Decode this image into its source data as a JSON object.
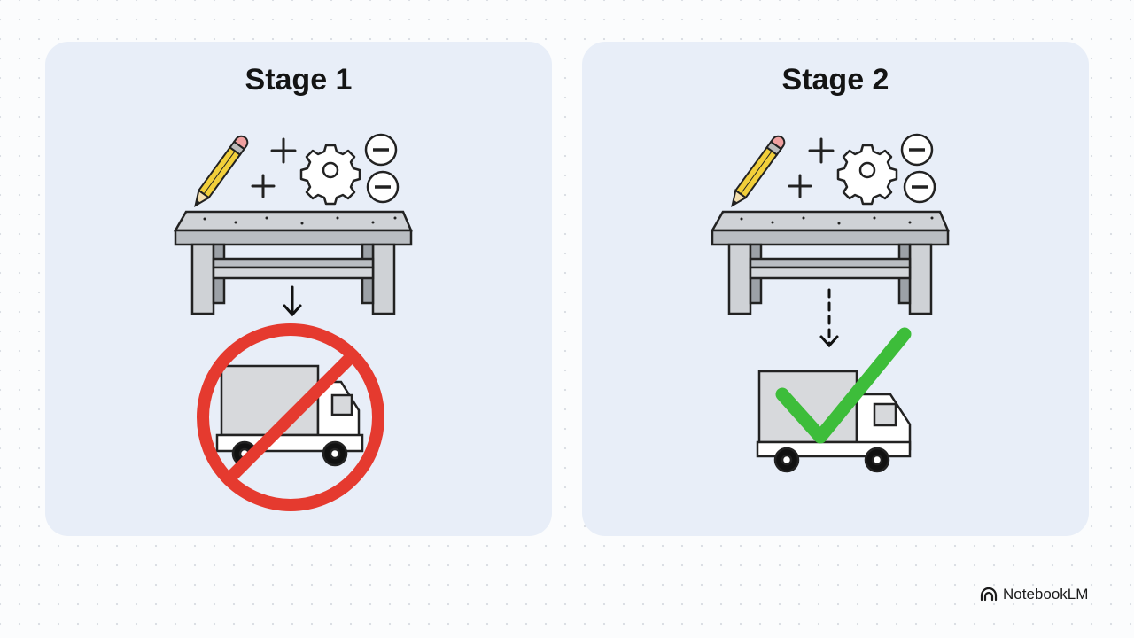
{
  "stages": [
    {
      "title": "Stage 1",
      "arrow_style": "solid",
      "status_icon": "prohibited-icon",
      "status_color": "#e53a2f"
    },
    {
      "title": "Stage 2",
      "arrow_style": "dashed",
      "status_icon": "checkmark-icon",
      "status_color": "#3dbd3a"
    }
  ],
  "icons": [
    "pencil-icon",
    "plus-icon",
    "gear-icon",
    "minus-icon",
    "workbench-icon",
    "truck-icon"
  ],
  "colors": {
    "panel_background": "#e8eef8",
    "pencil": "#f2cf3a",
    "prohibited": "#e53a2f",
    "check": "#3dbd3a"
  },
  "brand": {
    "name": "NotebookLM",
    "icon": "notebooklm-logo-icon"
  }
}
